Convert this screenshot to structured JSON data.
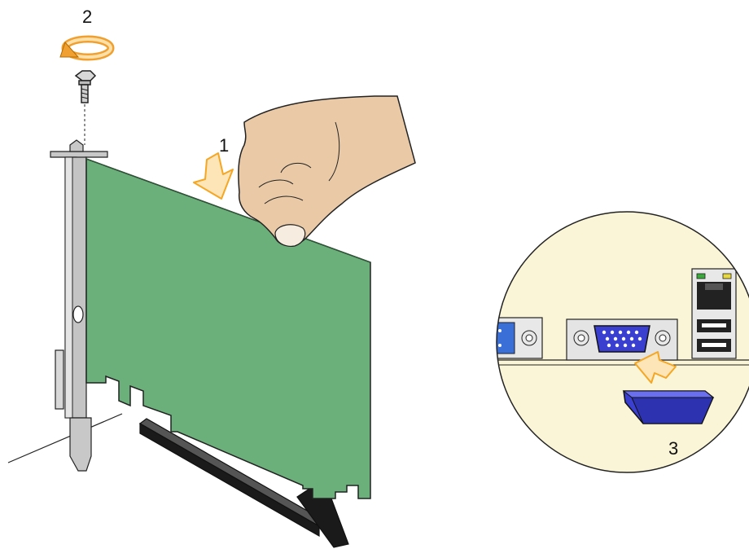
{
  "steps": [
    {
      "number": "1",
      "action": "press-card-into-slot"
    },
    {
      "number": "2",
      "action": "turn-screw-clockwise"
    },
    {
      "number": "3",
      "action": "connect-cable-to-vga-port"
    }
  ],
  "colors": {
    "card_green": "#6bb07a",
    "bracket_gray": "#c8c8c8",
    "slot_black": "#1a1a1a",
    "arrow_orange": "#f5a623",
    "arrow_fill": "#fde5b8",
    "skin": "#e9c9a6",
    "panel_cream": "#fbf5d8",
    "port_blue": "#3a3fd0",
    "serial_blue": "#3a6fd8",
    "led_green": "#3aa83a",
    "led_yellow": "#e8d840"
  }
}
